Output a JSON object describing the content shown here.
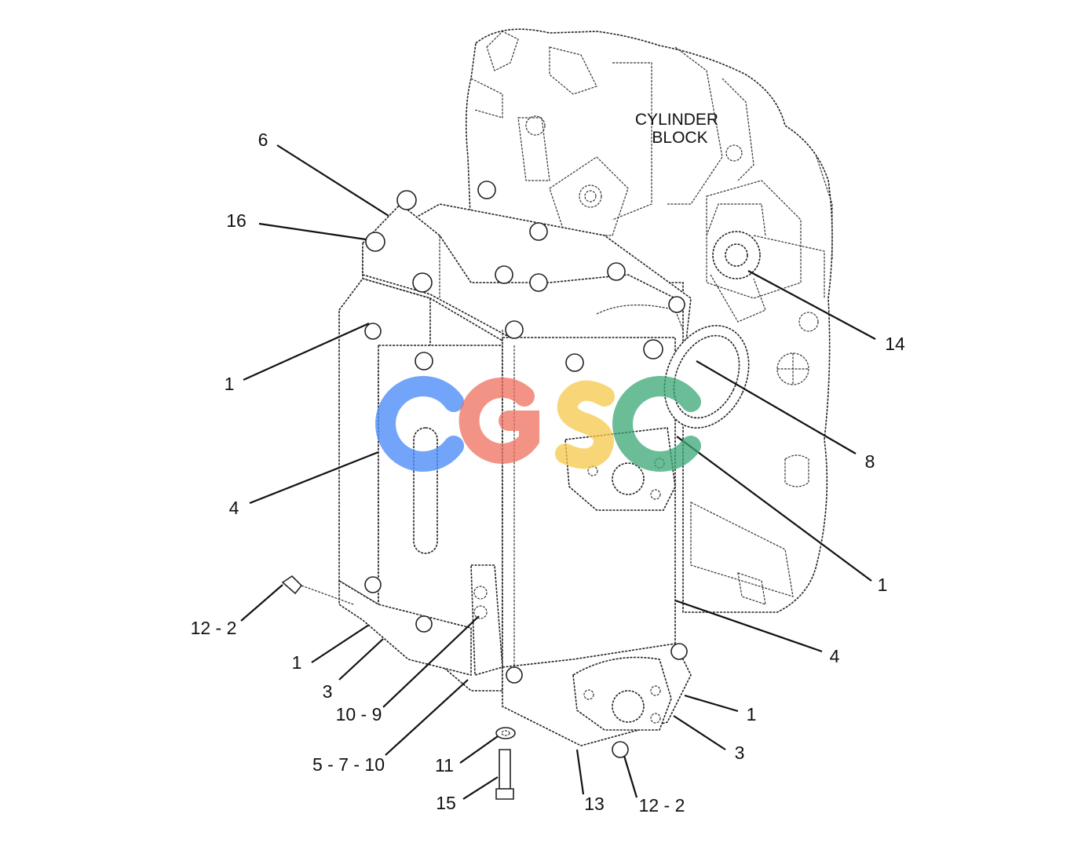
{
  "diagram": {
    "block_label": [
      "CYLINDER",
      "BLOCK"
    ],
    "watermark": "CGSC",
    "watermark_colors": [
      "#4f8ef7",
      "#ef6f5e",
      "#f5c84a",
      "#3aa776"
    ],
    "callouts": {
      "c6": "6",
      "c16": "16",
      "c1_upper_left": "1",
      "c4_left": "4",
      "c12_2_left": "12 - 2",
      "c1_lower_left": "1",
      "c3_left": "3",
      "c10_9": "10 - 9",
      "c5_7_10": "5 - 7 - 10",
      "c11": "11",
      "c15": "15",
      "c13": "13",
      "c12_2_bottom": "12 - 2",
      "c3_right": "3",
      "c1_lower_right": "1",
      "c4_right": "4",
      "c1_mid_right": "1",
      "c8": "8",
      "c14": "14"
    }
  }
}
